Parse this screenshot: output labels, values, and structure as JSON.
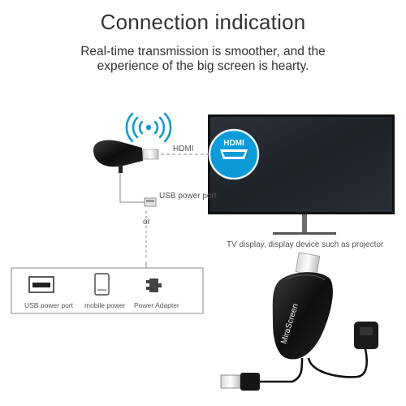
{
  "header": {
    "title": "Connection indication",
    "subtitle_line1": "Real-time transmission is smoother, and the",
    "subtitle_line2": "experience of the big screen is hearty."
  },
  "diagram": {
    "hdmi_label": "HDMI",
    "hdmi_badge": "HDMI",
    "usb_port_label": "USB power port",
    "or_label": "or",
    "tv_caption": "TV display, display device such as projector",
    "power_options": {
      "usb": "USB power port",
      "mobile": "mobile power",
      "adapter": "Power Adapter"
    },
    "brand": "MiraScreen"
  },
  "colors": {
    "accent": "#0b9bd8",
    "screen": "#23282e",
    "line": "#8a8a8a"
  }
}
